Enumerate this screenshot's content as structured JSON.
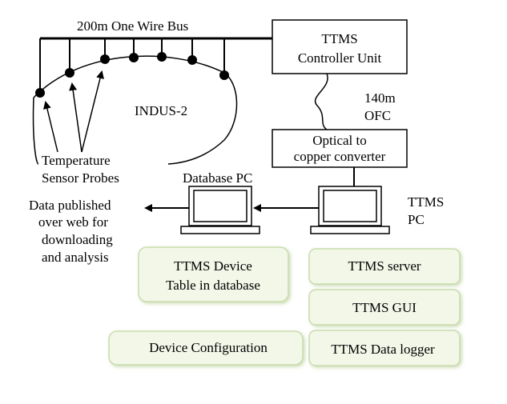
{
  "bus": {
    "label": "200m One Wire Bus"
  },
  "controller": {
    "line1": "TTMS",
    "line2": "Controller Unit"
  },
  "ofc": {
    "line1": "140m",
    "line2": "OFC"
  },
  "converter": {
    "line1": "Optical to",
    "line2": "copper converter"
  },
  "ring": {
    "label": "INDUS-2"
  },
  "probes": {
    "line1": "Temperature",
    "line2": "Sensor Probes"
  },
  "database_pc": {
    "label": "Database PC"
  },
  "ttms_pc": {
    "line1": "TTMS",
    "line2": "PC"
  },
  "web": {
    "line1": "Data published",
    "line2": "over web for",
    "line3": "downloading",
    "line4": "and analysis"
  },
  "modules": {
    "device_table": {
      "line1": "TTMS Device",
      "line2": "Table in database"
    },
    "device_config": {
      "label": "Device Configuration"
    },
    "server": {
      "label": "TTMS server"
    },
    "gui": {
      "label": "TTMS GUI"
    },
    "logger": {
      "label": "TTMS Data logger"
    }
  },
  "colors": {
    "module_fill": "#f2f7e8",
    "module_border": "#c9dcae",
    "line": "#000000"
  }
}
